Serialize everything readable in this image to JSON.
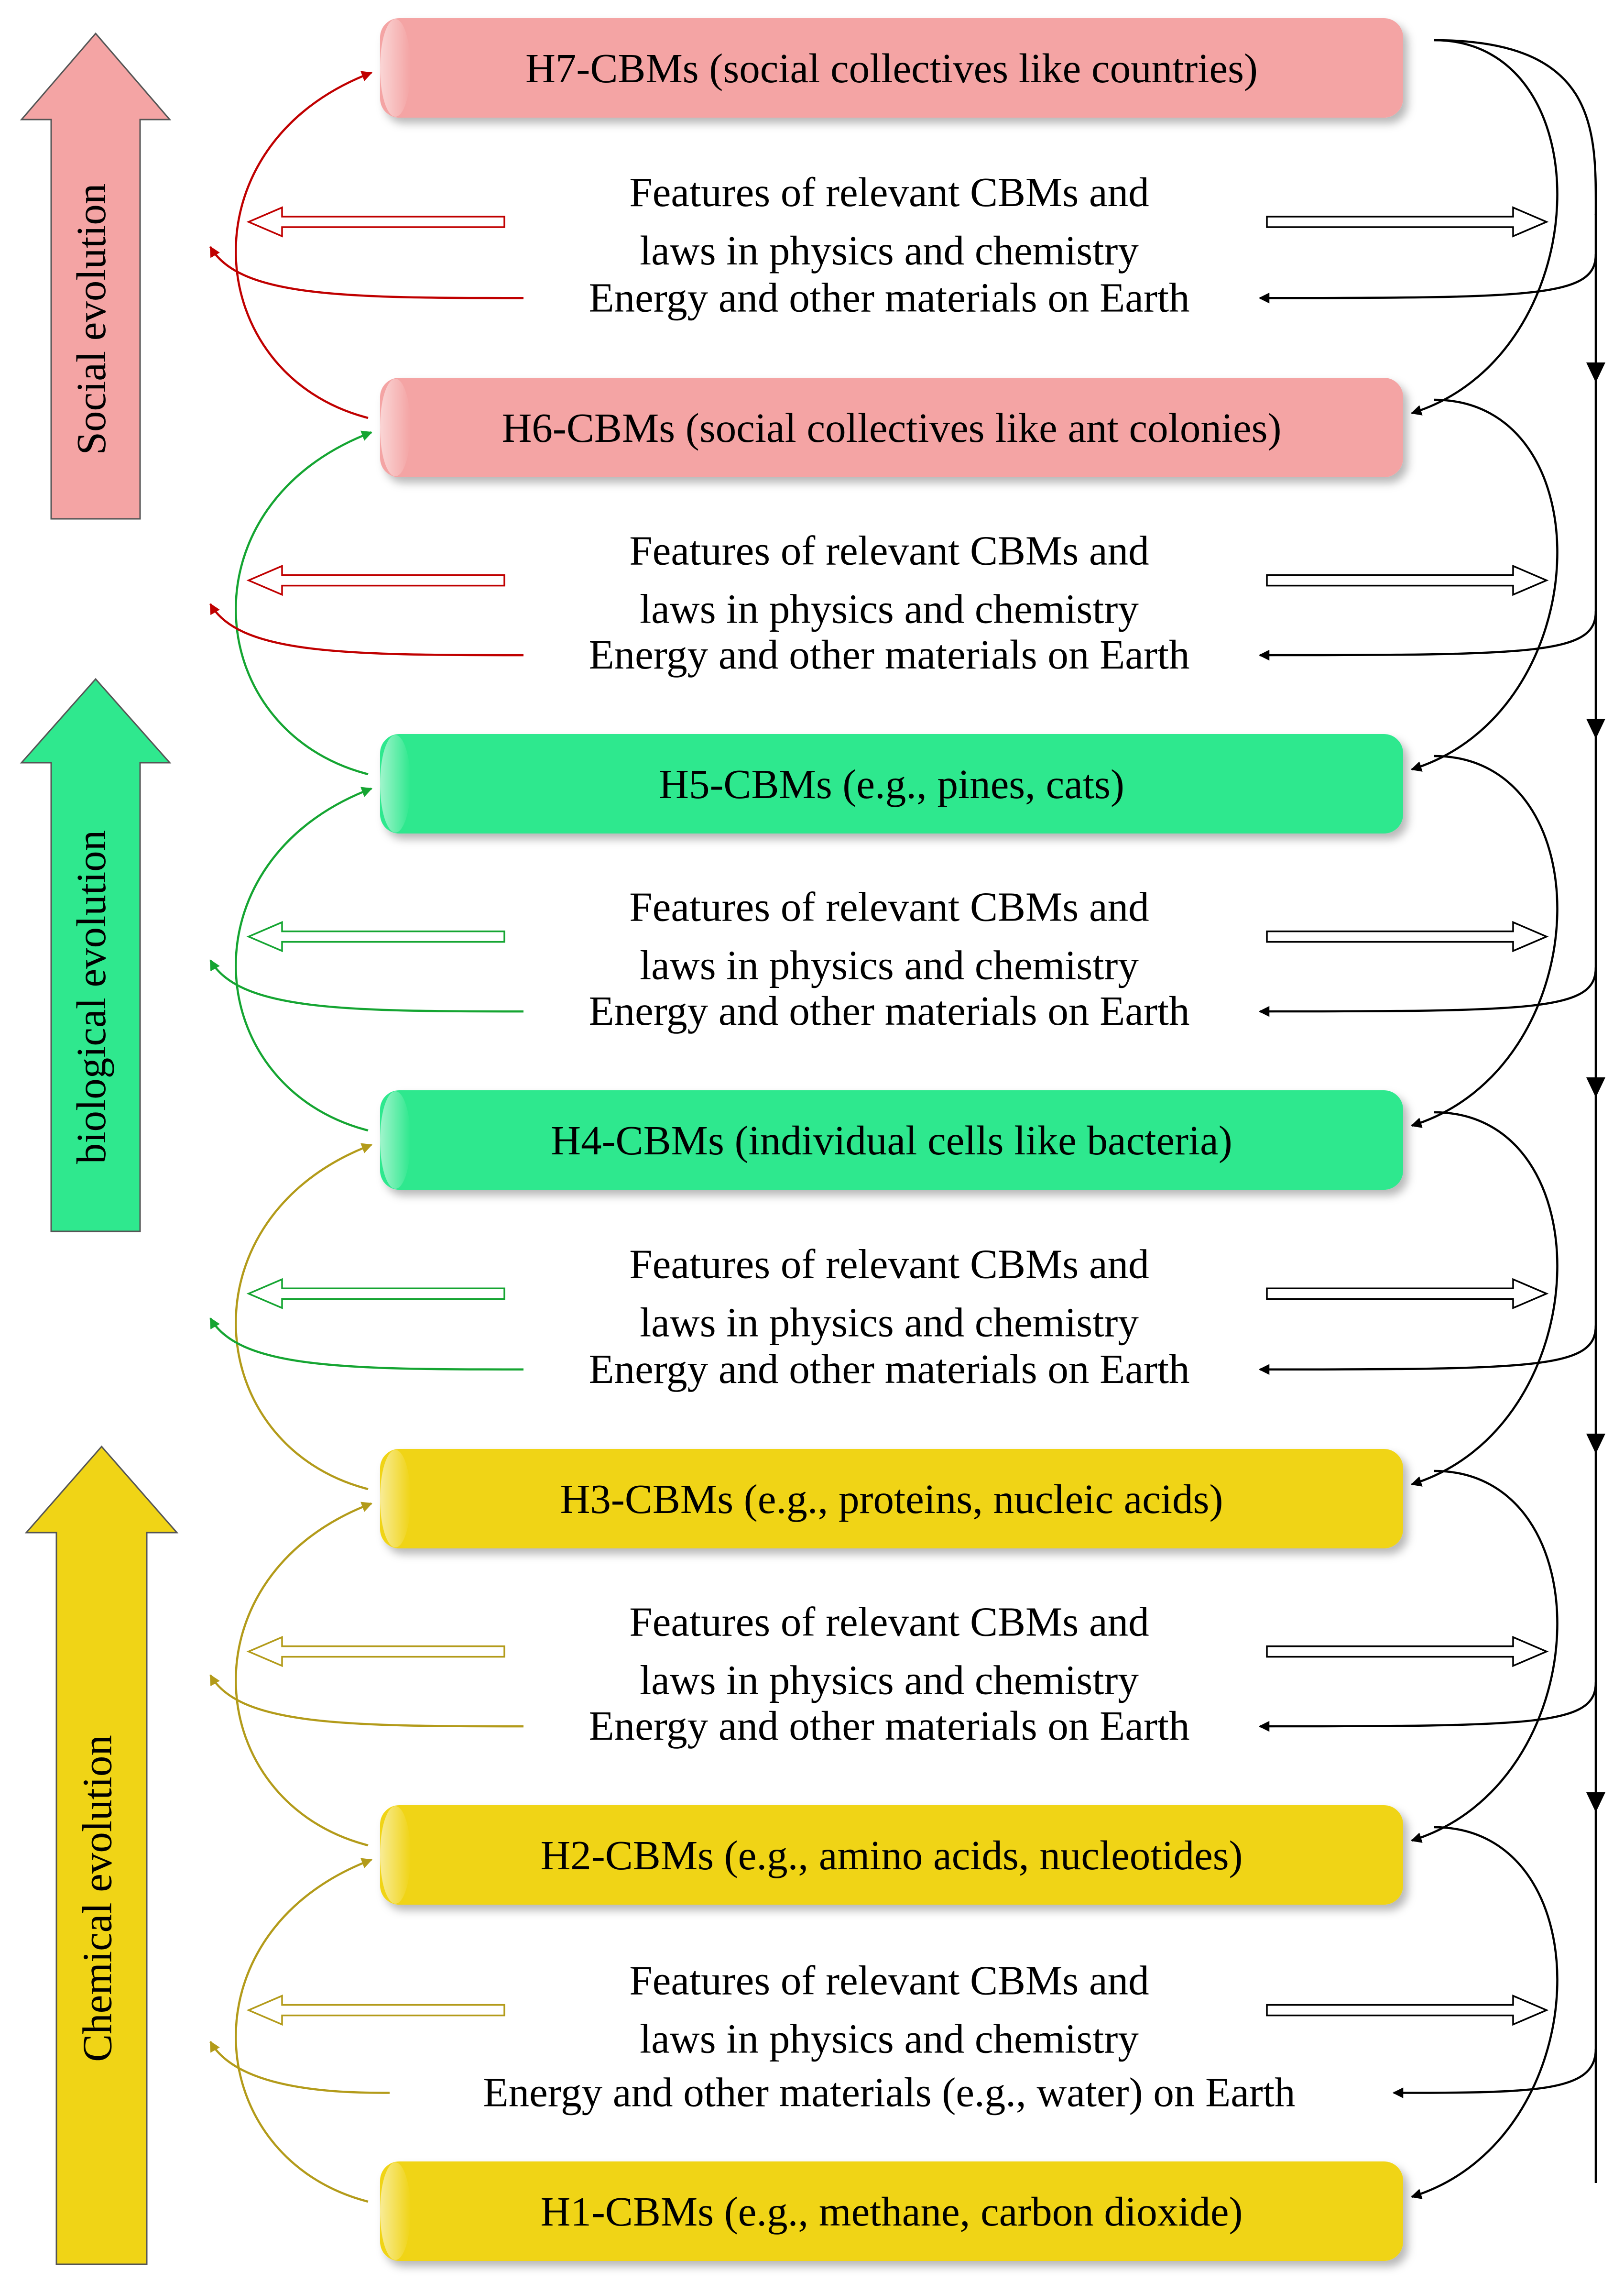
{
  "colors": {
    "social": "#f4a4a4",
    "social_arrow": "#c00000",
    "biological": "#2fe88e",
    "biological_arrow": "#15a532",
    "chemical": "#f0d416",
    "chemical_arrow": "#b39b1a",
    "black": "#000000"
  },
  "stages": [
    {
      "label": "Social evolution",
      "color": "#f4a4a4"
    },
    {
      "label": "biological evolution",
      "color": "#2fe88e"
    },
    {
      "label": "Chemical evolution",
      "color": "#f0d416"
    }
  ],
  "levels": [
    {
      "label": "H7-CBMs (social collectives  like  countries)",
      "color": "#f4a4a4",
      "arrow_color": "#c00000"
    },
    {
      "label": "H6-CBMs (social collectives  like  ant colonies)",
      "color": "#f4a4a4",
      "arrow_color": "#c00000"
    },
    {
      "label": "H5-CBMs (e.g., pines, cats)",
      "color": "#2fe88e",
      "arrow_color": "#15a532"
    },
    {
      "label": "H4-CBMs (individual  cells like  bacteria)",
      "color": "#2fe88e",
      "arrow_color": "#15a532"
    },
    {
      "label": "H3-CBMs (e.g., proteins, nucleic acids)",
      "color": "#f0d416",
      "arrow_color": "#b39b1a"
    },
    {
      "label": "H2-CBMs (e.g., amino acids, nucleotides)",
      "color": "#f0d416",
      "arrow_color": "#b39b1a"
    },
    {
      "label": "H1-CBMs (e.g., methane, carbon dioxide)",
      "color": "#f0d416",
      "arrow_color": "#b39b1a"
    }
  ],
  "transitions": [
    {
      "features_line1": "Features of relevant CBMs and",
      "features_line2": "laws in physics and chemistry",
      "energy": "Energy and other materials  on Earth",
      "color": "#c00000"
    },
    {
      "features_line1": "Features of relevant CBMs and",
      "features_line2": "laws in physics and chemistry",
      "energy": "Energy and other materials  on Earth",
      "color": "#c00000"
    },
    {
      "features_line1": "Features of relevant CBMs and",
      "features_line2": "laws in physics and chemistry",
      "energy": "Energy and other materials  on Earth",
      "color": "#15a532"
    },
    {
      "features_line1": "Features of relevant CBMs and",
      "features_line2": "laws in physics and chemistry",
      "energy": "Energy and other materials  on Earth",
      "color": "#15a532"
    },
    {
      "features_line1": "Features of relevant CBMs and",
      "features_line2": "laws in physics and chemistry",
      "energy": "Energy and other materials  on Earth",
      "color": "#b39b1a"
    },
    {
      "features_line1": "Features of relevant CBMs and",
      "features_line2": "laws in physics and chemistry",
      "energy": "Energy and other materials  (e.g., water) on Earth",
      "color": "#b39b1a"
    }
  ]
}
